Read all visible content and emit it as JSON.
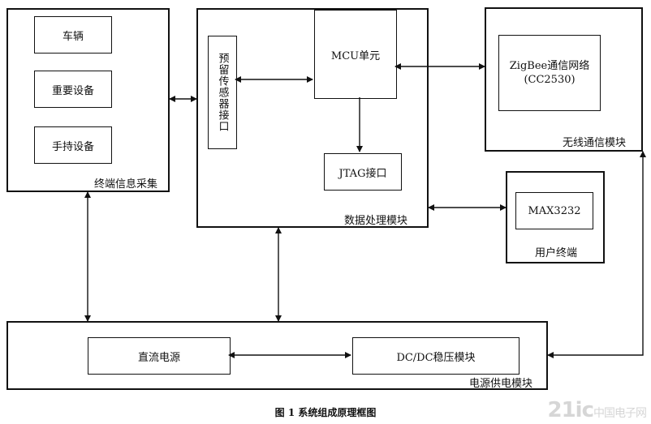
{
  "terminal": {
    "title": "终端信息采集",
    "items": [
      "车辆",
      "重要设备",
      "手持设备"
    ]
  },
  "data_processing": {
    "title": "数据处理模块",
    "sensor_interface": "预留传感器接口",
    "mcu": "MCU单元",
    "jtag": "JTAG接口"
  },
  "wireless": {
    "title": "无线通信模块",
    "network_line1": "ZigBee通信网络",
    "network_line2": "(CC2530)"
  },
  "user_terminal": {
    "title": "用户终端",
    "chip": "MAX3232"
  },
  "power": {
    "title": "电源供电模块",
    "dc_source": "直流电源",
    "regulator": "DC/DC稳压模块"
  },
  "caption": "图 1    系统组成原理框图",
  "watermark": {
    "brand": "21ic",
    "site": "中国电子网"
  }
}
